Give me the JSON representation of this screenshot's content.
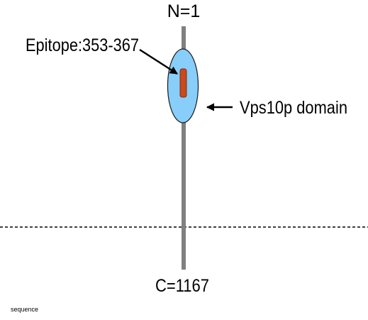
{
  "labels": {
    "n_terminus": "N=1",
    "c_terminus": "C=1167",
    "epitope": "Epitope:353-367",
    "domain": "Vps10p domain",
    "footer": "sequence"
  },
  "colors": {
    "chain": "#808080",
    "domain_fill": "#87cefa",
    "domain_stroke": "#1a1a1a",
    "epitope_fill": "#c84a1e",
    "epitope_stroke": "#8a2a10",
    "arrow": "#000000",
    "membrane_line": "#000000"
  }
}
